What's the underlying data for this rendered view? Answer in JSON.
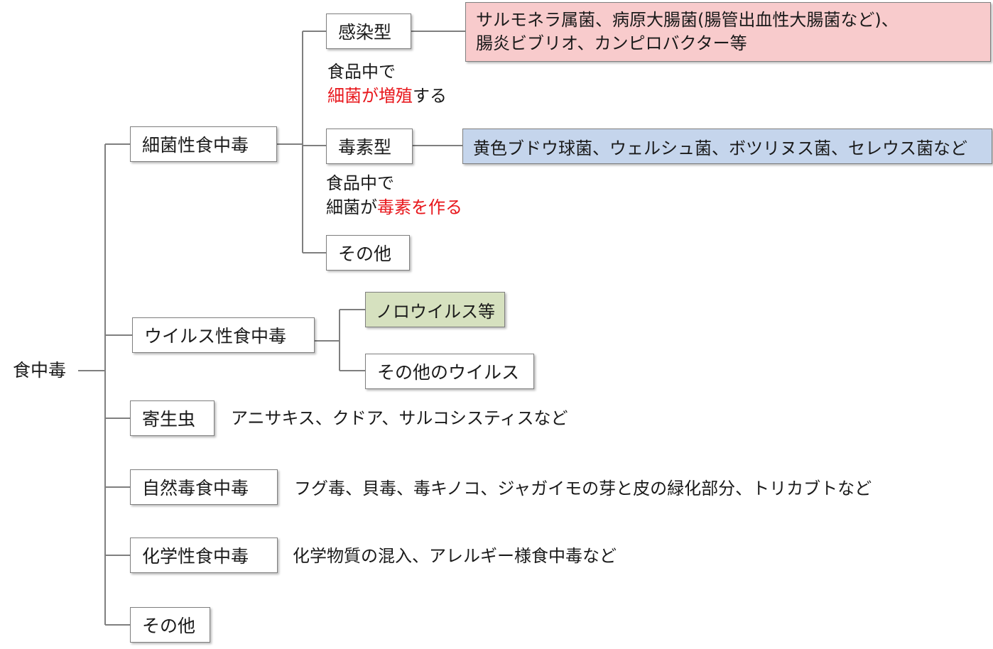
{
  "root": "食中毒",
  "bacterial": {
    "label": "細菌性食中毒",
    "infection": {
      "label": "感染型",
      "examples_line1": "サルモネラ属菌、病原大腸菌(腸管出血性大腸菌など)、",
      "examples_line2": "腸炎ビブリオ、カンピロバクター等",
      "note_line1": "食品中で",
      "note_red": "細菌が増殖",
      "note_tail": "する"
    },
    "toxin": {
      "label": "毒素型",
      "examples": "黄色ブドウ球菌、ウェルシュ菌、ボツリヌス菌、セレウス菌など",
      "note_line1": "食品中で",
      "note_head": "細菌が",
      "note_red": "毒素を作る"
    },
    "other": "その他"
  },
  "viral": {
    "label": "ウイルス性食中毒",
    "norovirus": "ノロウイルス等",
    "other": "その他のウイルス"
  },
  "parasite": {
    "label": "寄生虫",
    "examples": "アニサキス、クドア、サルコシスティスなど"
  },
  "natural": {
    "label": "自然毒食中毒",
    "examples": "フグ毒、貝毒、毒キノコ、ジャガイモの芽と皮の緑化部分、トリカブトなど"
  },
  "chemical": {
    "label": "化学性食中毒",
    "examples": "化学物質の混入、アレルギー様食中毒など"
  },
  "other": "その他",
  "colors": {
    "line": "#7f7f7f",
    "pink": "#f8cbcc",
    "blue": "#c5d5ec",
    "green": "#d6e1bf",
    "red": "#e8161b"
  }
}
